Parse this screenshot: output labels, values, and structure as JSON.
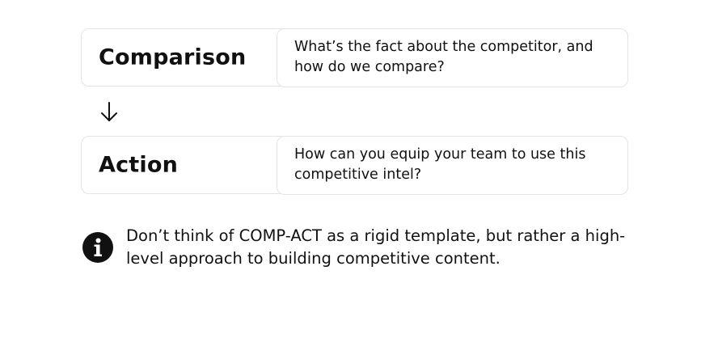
{
  "steps": [
    {
      "title": "Comparison",
      "description": "What’s the fact about the competitor, and how do we compare?"
    },
    {
      "title": "Action",
      "description": "How can you equip your team to use this competitive intel?"
    }
  ],
  "arrow_icon": "arrow-down-icon",
  "note": {
    "icon": "info-icon",
    "text": "Don’t think of COMP-ACT as a rigid template, but rather a high-level approach to building competitive content."
  }
}
